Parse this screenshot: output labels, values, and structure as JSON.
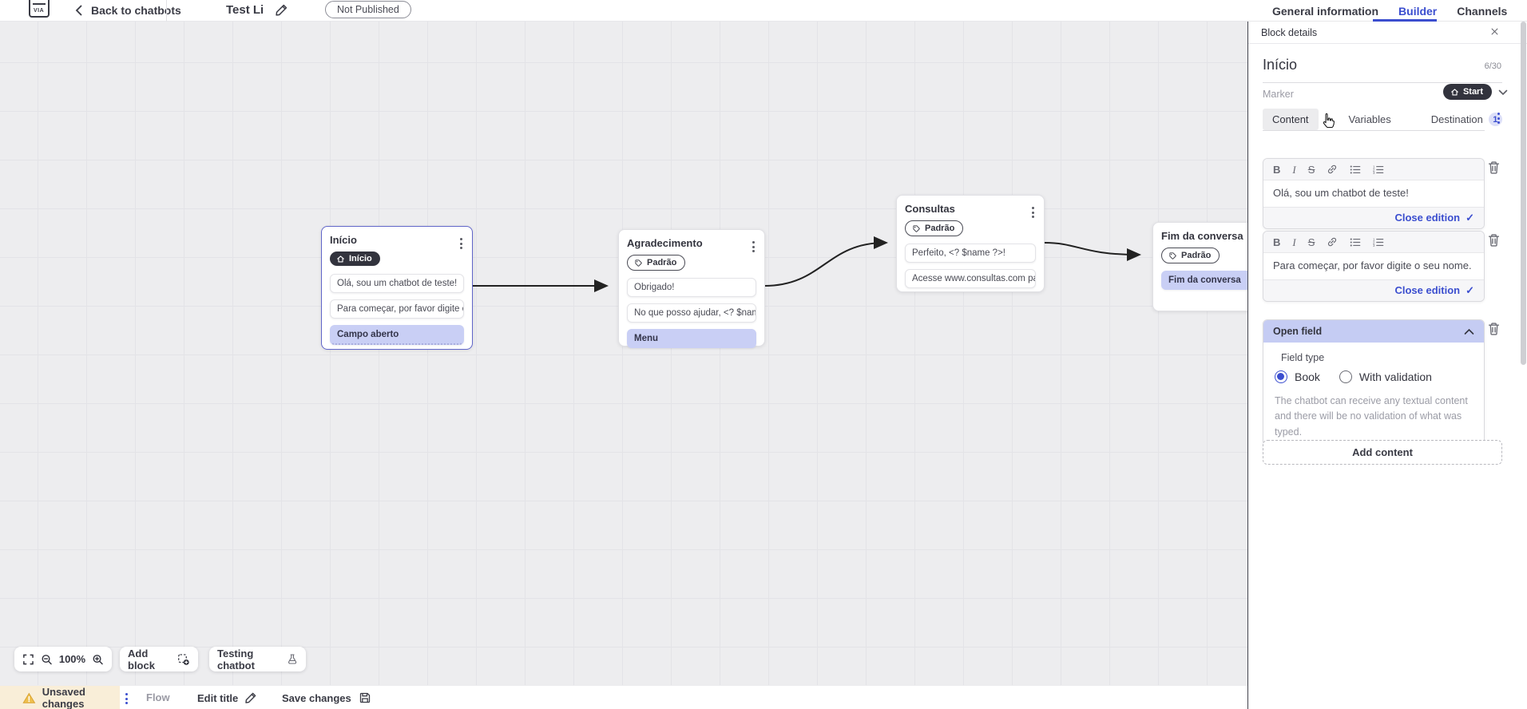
{
  "topbar": {
    "back_label": "Back to chatbots",
    "title": "Test Li",
    "status_badge": "Not Published",
    "tabs": [
      {
        "label": "General information"
      },
      {
        "label": "Builder"
      },
      {
        "label": "Channels"
      }
    ]
  },
  "panel": {
    "header": "Block details",
    "title": "Início",
    "counter": "6/30",
    "marker_label": "Marker",
    "marker_value": "Start",
    "tabs": [
      {
        "label": "Content"
      },
      {
        "label": "Variables"
      },
      {
        "label": "Destination"
      }
    ],
    "destination_badge": "1",
    "toolbar": {
      "bold": "B",
      "italic": "I",
      "strike": "S"
    },
    "editors": [
      {
        "text": "Olá, sou um chatbot de teste!",
        "footer": "Close edition"
      },
      {
        "text": "Para começar, por favor digite o seu nome.",
        "footer": "Close edition"
      }
    ],
    "close_check": "✓",
    "open_field": {
      "title": "Open field",
      "field_type_label": "Field type",
      "options": [
        {
          "label": "Book",
          "selected": true
        },
        {
          "label": "With validation",
          "selected": false
        }
      ],
      "helper": "The chatbot can receive any textual content and there will be no validation of what was typed."
    },
    "add_content_label": "Add content"
  },
  "canvas": {
    "blocks": [
      {
        "title": "Início",
        "badge": "Início",
        "cards": [
          {
            "text": "Olá, sou um chatbot de teste!"
          },
          {
            "text": "Para começar, por favor digite o ..."
          },
          {
            "text": "Campo aberto"
          }
        ]
      },
      {
        "title": "Agradecimento",
        "badge": "Padrão",
        "cards": [
          {
            "text": "Obrigado!"
          },
          {
            "text": "No que posso ajudar, <? $name ..."
          },
          {
            "text": "Menu"
          }
        ]
      },
      {
        "title": "Consultas",
        "badge": "Padrão",
        "cards": [
          {
            "text": "Perfeito, <? $name ?>!"
          },
          {
            "text": "Acesse www.consultas.com par..."
          }
        ]
      },
      {
        "title": "Fim da conversa",
        "badge": "Padrão",
        "cards": [
          {
            "text": "Fim da conversa"
          }
        ]
      }
    ]
  },
  "controls": {
    "zoom_level": "100%",
    "add_block_label": "Add block",
    "testing_label": "Testing chatbot"
  },
  "bottombar": {
    "unsaved_label": "Unsaved changes",
    "flow_label": "Flow",
    "edit_title_label": "Edit title",
    "save_label": "Save changes"
  },
  "colors": {
    "accent": "#3b4ecf",
    "lavender": "#c5ccf3",
    "dark_pill": "#32333d",
    "warning": "#e9b949"
  }
}
